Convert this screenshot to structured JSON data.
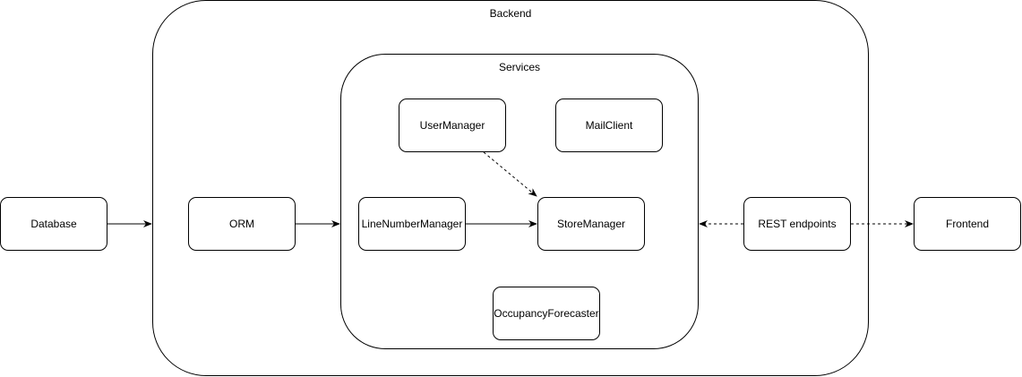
{
  "containers": {
    "backend": "Backend",
    "services": "Services"
  },
  "nodes": {
    "database": "Database",
    "orm": "ORM",
    "user_manager": "UserManager",
    "mail_client": "MailClient",
    "line_number_manager": "LineNumberManager",
    "store_manager": "StoreManager",
    "occupancy_forecaster": "OccupancyForecaster",
    "rest_endpoints": "REST endpoints",
    "frontend": "Frontend"
  },
  "edges": [
    {
      "from": "Database",
      "to": "Backend",
      "style": "solid"
    },
    {
      "from": "ORM",
      "to": "Services",
      "style": "solid"
    },
    {
      "from": "LineNumberManager",
      "to": "StoreManager",
      "style": "solid"
    },
    {
      "from": "UserManager",
      "to": "StoreManager",
      "style": "dashed"
    },
    {
      "from": "REST endpoints",
      "to": "Services",
      "style": "dashed"
    },
    {
      "from": "REST endpoints",
      "to": "Frontend",
      "style": "dashed"
    }
  ],
  "colors": {
    "stroke": "#000000",
    "fill": "#ffffff"
  }
}
